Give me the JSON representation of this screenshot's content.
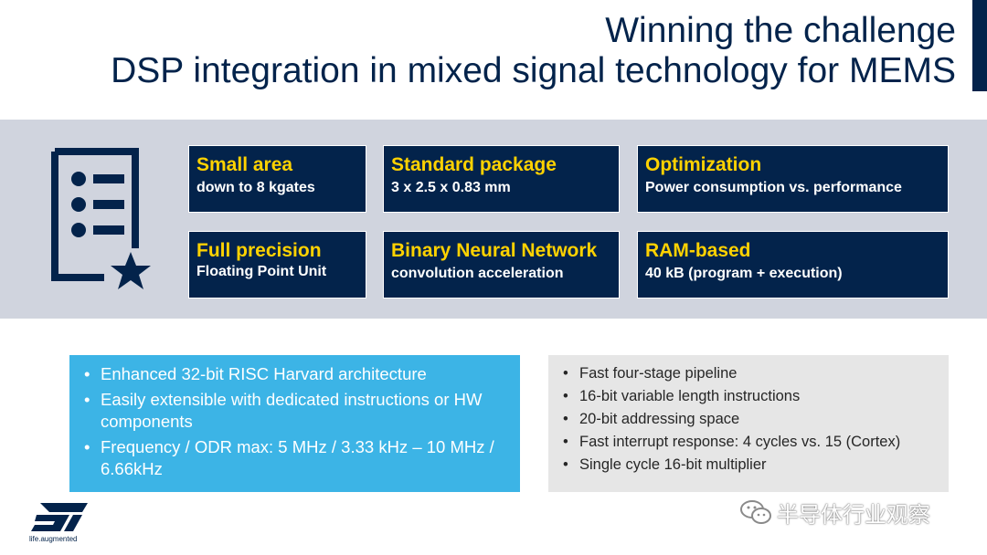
{
  "title": {
    "line1": "Winning the challenge",
    "line2": "DSP integration in mixed signal technology for MEMS"
  },
  "cards": [
    {
      "title": "Small area",
      "subtitle": "down to 8 kgates"
    },
    {
      "title": "Standard package",
      "subtitle": "3 x 2.5 x 0.83 mm"
    },
    {
      "title": "Optimization",
      "subtitle": "Power consumption vs. performance"
    },
    {
      "title": "Full precision",
      "subtitle": "Floating Point Unit"
    },
    {
      "title": "Binary Neural Network",
      "subtitle": "convolution acceleration"
    },
    {
      "title": "RAM-based",
      "subtitle": "40 kB (program + execution)"
    }
  ],
  "blue_box": {
    "items": [
      "Enhanced 32-bit RISC Harvard architecture",
      "Easily extensible with dedicated instructions or HW components",
      "Frequency / ODR max: 5 MHz / 3.33 kHz – 10 MHz / 6.66kHz"
    ]
  },
  "grey_box": {
    "items": [
      "Fast four-stage pipeline",
      "16-bit variable length instructions",
      "20-bit addressing space",
      "Fast interrupt response: 4 cycles vs. 15 (Cortex)",
      "Single cycle 16-bit multiplier"
    ]
  },
  "footer": {
    "logo_text": "ST",
    "tagline": "life.augmented",
    "watermark": "半导体行业观察"
  },
  "icons": {
    "document": "document-checklist-star-icon",
    "wechat": "wechat-icon"
  },
  "colors": {
    "navy": "#03234b",
    "yellow": "#ffd200",
    "light_blue": "#3cb4e6",
    "band_grey": "#d0d4de",
    "box_grey": "#e6e6e6"
  }
}
